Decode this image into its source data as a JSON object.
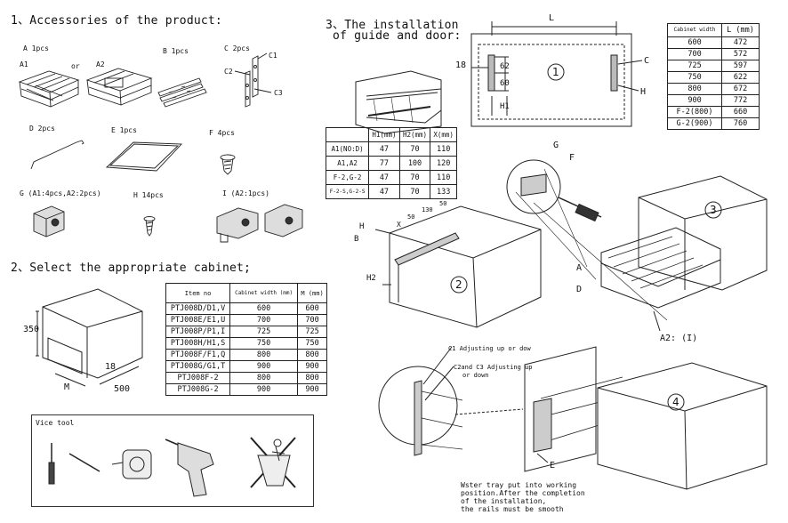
{
  "sections": {
    "s1": "1、Accessories of the product:",
    "s2": "2、Select the appropriate cabinet;",
    "s3_line1": "3、The installation",
    "s3_line2": "of guide and door:"
  },
  "accessories": {
    "a": "A 1pcs",
    "a1": "A1",
    "or": "or",
    "a2": "A2",
    "b": "B 1pcs",
    "c": "C 2pcs",
    "c1": "C1",
    "c2": "C2",
    "c3": "C3",
    "d": "D 2pcs",
    "e": "E 1pcs",
    "f": "F 4pcs",
    "g": "G (A1:4pcs,A2:2pcs)",
    "h": "H 14pcs",
    "i": "I (A2:1pcs)"
  },
  "cabinet_diagram": {
    "h": "350",
    "d": "18",
    "w": "M",
    "depth": "500"
  },
  "cabinet_table": {
    "headers": [
      "Item no",
      "Cabinet width (mm)",
      "M (mm)"
    ],
    "rows": [
      [
        "PTJ008D/D1,V",
        "600",
        "600"
      ],
      [
        "PTJ008E/E1,U",
        "700",
        "700"
      ],
      [
        "PTJ008P/P1,I",
        "725",
        "725"
      ],
      [
        "PTJ008H/H1,S",
        "750",
        "750"
      ],
      [
        "PTJ008F/F1,Q",
        "800",
        "800"
      ],
      [
        "PTJ008G/G1,T",
        "900",
        "900"
      ],
      [
        "PTJ008F-2",
        "800",
        "800"
      ],
      [
        "PTJ008G-2",
        "900",
        "900"
      ]
    ]
  },
  "tools": {
    "title": "Vice tool"
  },
  "guide_diagram": {
    "l": "L",
    "d18": "18",
    "d62": "62",
    "d60": "60",
    "h1": "H1",
    "c": "C",
    "h": "H",
    "step": "1"
  },
  "l_table": {
    "headers": [
      "Cabinet width",
      "L (mm)"
    ],
    "rows": [
      [
        "600",
        "472"
      ],
      [
        "700",
        "572"
      ],
      [
        "725",
        "597"
      ],
      [
        "750",
        "622"
      ],
      [
        "800",
        "672"
      ],
      [
        "900",
        "772"
      ],
      [
        "F-2(800)",
        "660"
      ],
      [
        "G-2(900)",
        "760"
      ]
    ]
  },
  "h_table": {
    "headers": [
      "",
      "H1(mm)",
      "H2(mm)",
      "X(mm)"
    ],
    "rows": [
      [
        "A1(NO:D)",
        "47",
        "70",
        "110"
      ],
      [
        "A1,A2",
        "77",
        "100",
        "120"
      ],
      [
        "F-2,G-2",
        "47",
        "70",
        "110"
      ],
      [
        "F-2-S,G-2-S",
        "47",
        "70",
        "133"
      ]
    ]
  },
  "step2": {
    "h": "H",
    "b": "B",
    "x": "X",
    "v50": "50",
    "v130": "130",
    "v50b": "50",
    "h2": "H2",
    "step": "2"
  },
  "step3": {
    "g": "G",
    "f": "F",
    "a": "A",
    "d": "D",
    "a2": "A2: (I)",
    "step": "3"
  },
  "step4": {
    "c1_note": "C1 Adjusting up or dow",
    "c23_note_1": "C2and C3 Adjusting up",
    "c23_note_2": "or down",
    "e": "E",
    "step": "4",
    "note_lines": [
      "Wster tray put into working",
      "position.After the completion",
      "of the installation,",
      "the rails must be smooth"
    ]
  }
}
